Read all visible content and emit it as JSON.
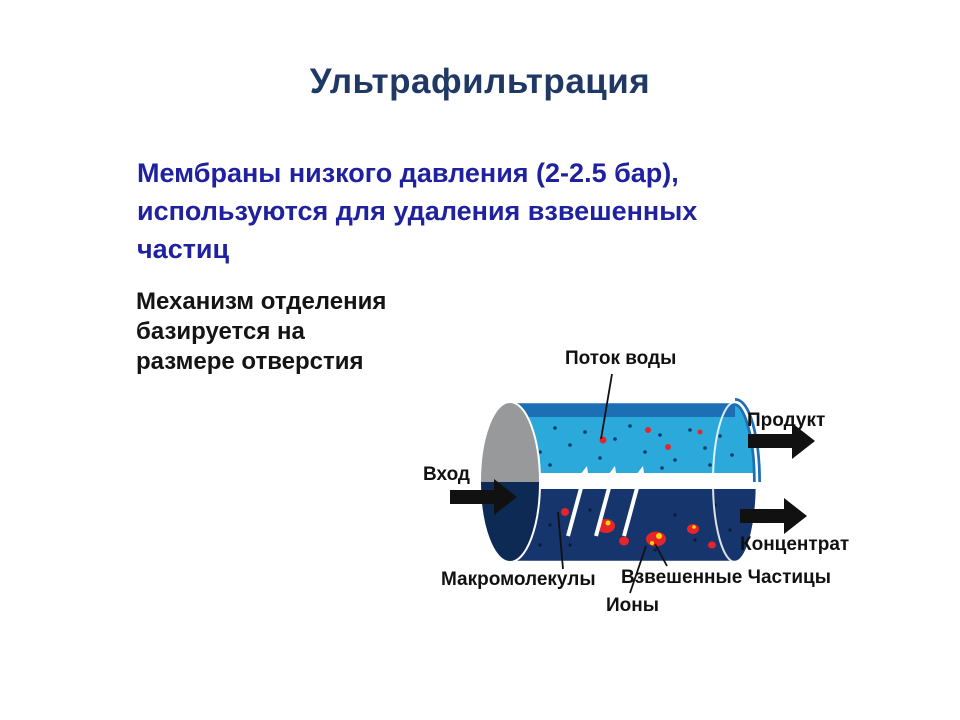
{
  "slide": {
    "title": "Ультрафильтрация",
    "intro_lines": [
      "Мембраны низкого давления (2-2.5 бар),",
      "используются для удаления взвешенных",
      "частиц"
    ],
    "mechanism_lines": [
      "Механизм отделения",
      "базируется на",
      "размере отверстия"
    ]
  },
  "diagram": {
    "labels": {
      "water_flow": "Поток воды",
      "inlet": "Вход",
      "product": "Продукт",
      "concentrate": "Концентрат",
      "macromolecules": "Макромолекулы",
      "ions": "Ионы",
      "suspended_particles": "Взвешенные Частицы"
    },
    "colors": {
      "title_text": "#1f3864",
      "intro_text": "#1f219f",
      "body_text": "#141414",
      "label_text": "#111111",
      "cylinder_upper": "#2ba9db",
      "cylinder_top_band": "#1c6fb4",
      "membrane_band": "#ffffff",
      "cylinder_lower": "#16356d",
      "end_cap_gray": "#97999b",
      "end_cap_lower": "#0d2a55",
      "particle_red": "#e5252a",
      "particle_yellow": "#ffd400",
      "arrow_black": "#111111"
    }
  }
}
